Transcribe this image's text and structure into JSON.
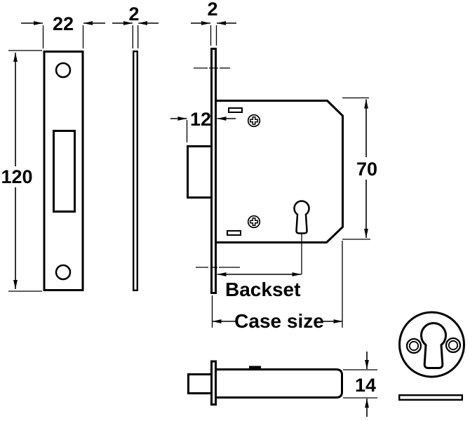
{
  "diagram": {
    "description": "Mortice deadlock technical drawing",
    "colors": {
      "line": "#000000",
      "background": "#ffffff"
    },
    "labels": {
      "strike_width": "22",
      "strike_thickness": "2",
      "strike_height": "120",
      "forend_thickness": "2",
      "bolt_throw": "12",
      "case_height": "70",
      "backset": "Backset",
      "case_size": "Case size",
      "case_thickness": "14"
    }
  }
}
